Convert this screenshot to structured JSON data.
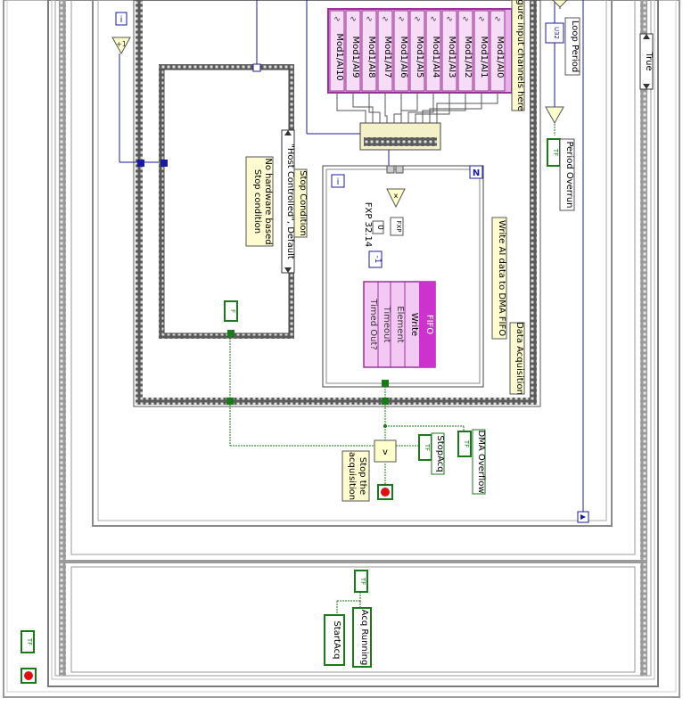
{
  "channels": [
    "Mod1/AI10",
    "Mod1/AI9",
    "Mod1/AI8",
    "Mod1/AI7",
    "Mod1/AI6",
    "Mod1/AI5",
    "Mod1/AI4",
    "Mod1/AI3",
    "Mod1/AI2",
    "Mod1/AI1",
    "Mod1/AI0"
  ],
  "labels": {
    "configure_channels": "gure input channels here",
    "loop_period": "Loop Period",
    "period_overrun": "Period Overrun",
    "write_ai_dma": "Write AI data to DMA FIFO",
    "data_acquisition": "Data Acquisition",
    "stop_condition": "Stop Condition",
    "case_selector": "\"Host Controlled\", Default",
    "no_hw_comment_1": "No hardware based",
    "no_hw_comment_2": "Stop condition",
    "fxp_type": "FXP 32.14",
    "zero_const": "0",
    "neg_one_const": "-1",
    "fifo_title": "FIFO",
    "fifo_write": "Write",
    "fifo_element": "Element",
    "fifo_timeout": "Timeout",
    "fifo_timed_out": "Timed Out?",
    "stop_acq": "StopAcq",
    "dma_overflow": "DMA Overflow",
    "stop_comment_1": "Stop the",
    "stop_comment_2": "acquisition",
    "acq_running": "Acq Running",
    "start_acq": "StartAcq",
    "true_case": "True",
    "i_terminal": "i",
    "n_terminal": "N",
    "u32_type": "U32",
    "tf_type": "TF",
    "fxp_node": "FXP"
  },
  "colors": {
    "boolean_wire": "#1a7a1a",
    "numeric_wire": "#1a1aa0",
    "fifo_pink": "#cc33cc",
    "comment_bg": "#fffbd0",
    "frame_gray": "#8a8a8a"
  }
}
